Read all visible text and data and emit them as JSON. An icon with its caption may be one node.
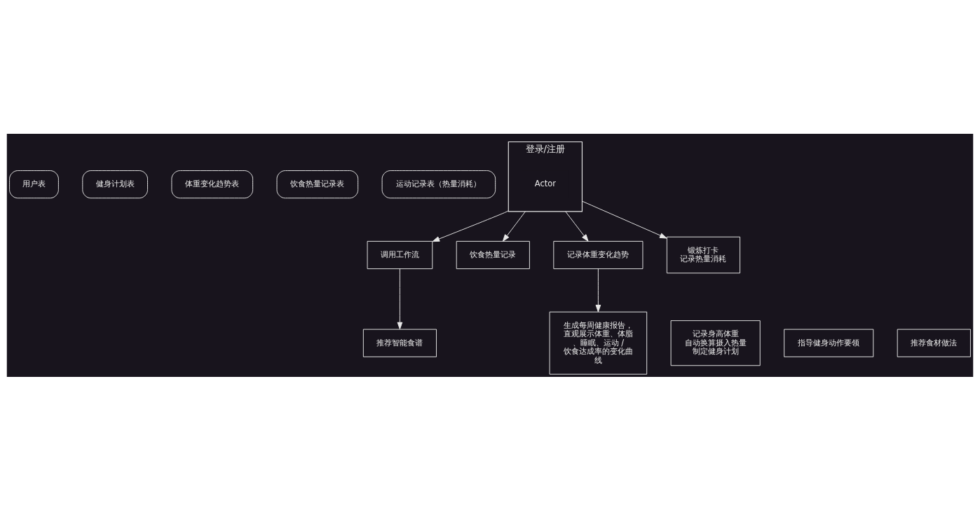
{
  "diagram": {
    "nodes": [
      {
        "text": [
          "用户表"
        ]
      },
      {
        "text": [
          "健身计划表"
        ]
      },
      {
        "text": [
          "体重变化趋势表"
        ]
      },
      {
        "text": [
          "饮食热量记录表"
        ]
      },
      {
        "text": [
          "运动记录表（热量消耗）"
        ]
      },
      {
        "text": [
          "登录/注册"
        ]
      },
      {
        "text": [
          "Actor"
        ],
        "in": 5
      },
      {
        "text": [
          "调用工作流"
        ]
      },
      {
        "text": [
          "饮食热量记录"
        ]
      },
      {
        "text": [
          "记录体重变化趋势"
        ]
      },
      {
        "text": [
          "锻炼打卡",
          "记录热量消耗"
        ]
      },
      {
        "text": [
          "记录身高体重",
          "自动换算摄入热量",
          "制定健身计划"
        ]
      },
      {
        "text": [
          "推荐智能食谱"
        ]
      },
      {
        "text": [
          "指导健身动作要领"
        ]
      },
      {
        "text": [
          "推荐食材做法"
        ]
      },
      {
        "text": [
          "生成每周健康报告，直观展示体重、体脂、睡眠、运动 / 饮食达成率的变化曲线"
        ]
      }
    ],
    "edges": [
      {
        "from": 5,
        "to": 7,
        "arrow": "to"
      },
      {
        "from": 5,
        "to": 8,
        "arrow": "to"
      },
      {
        "from": 5,
        "to": 9,
        "arrow": "to"
      },
      {
        "from": 5,
        "to": 10,
        "arrow": "to"
      },
      {
        "from": 7,
        "to": 12,
        "arrow": "to"
      },
      {
        "from": 9,
        "to": 15,
        "arrow": "to"
      }
    ]
  }
}
